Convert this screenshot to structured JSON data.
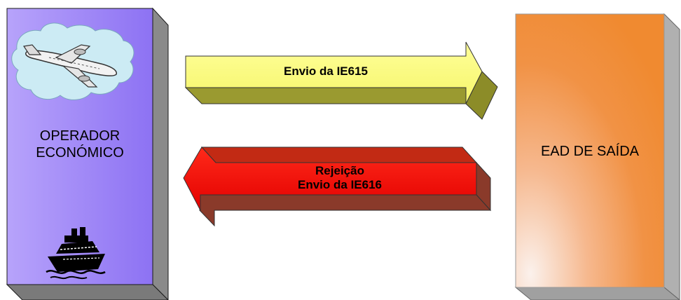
{
  "left_box": {
    "line1": "OPERADOR",
    "line2": "ECONÓMICO",
    "icons": [
      "airplane-icon",
      "ship-icon"
    ]
  },
  "right_box": {
    "label": "EAD DE SAÍDA"
  },
  "arrow_send": {
    "label": "Envio da IE615",
    "direction": "right"
  },
  "arrow_reply": {
    "line1": "Rejeição",
    "line2": "Envio da IE616",
    "direction": "left"
  },
  "colors": {
    "operator_box": "#9a80f6",
    "operator_box_side": "#8a8a8a",
    "ead_box": "#f08a30",
    "send_arrow": "#ffff80",
    "send_arrow_side": "#9a9a30",
    "reply_arrow": "#ff0000",
    "reply_arrow_side": "#8a3a2a"
  }
}
